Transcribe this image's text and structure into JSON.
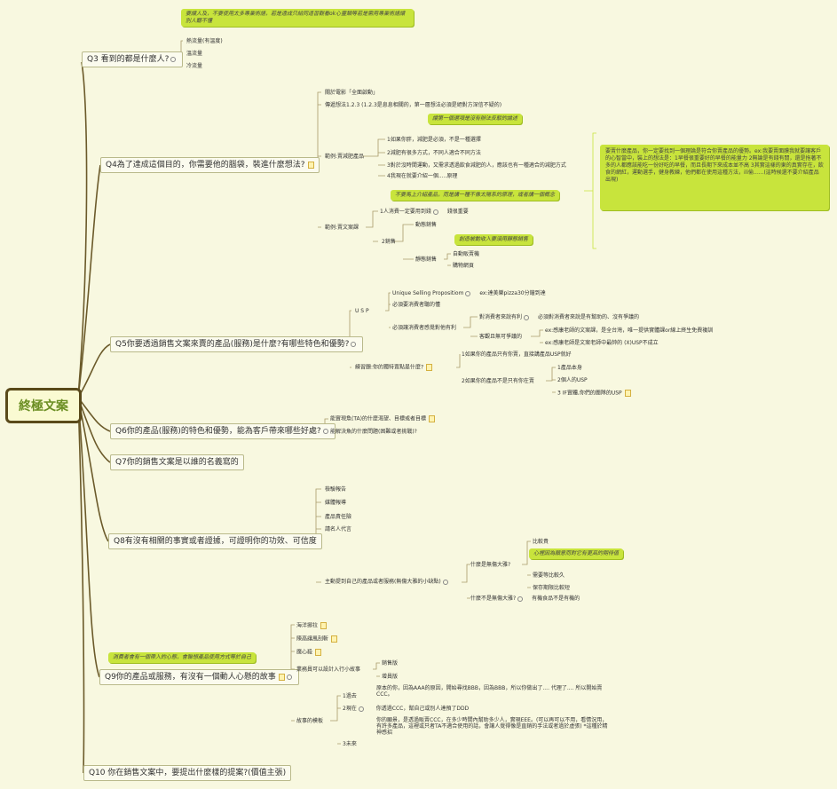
{
  "root": "終極文案",
  "q3": {
    "label": "Q3 看到的都是什麼人?",
    "callout": "要讓人及，不要使用太多專業術語，若是違成只給同道習觀看ok心靈類等若是需用專業術語讓別人聽不懂",
    "items": [
      "熱流量(有溫度)",
      "溫流量",
      "冷流量"
    ]
  },
  "q4": {
    "label": "Q4為了達成這個目的，你需要他的腦袋，裝進什麼想法?",
    "a1": "關於電影「全面啟動」",
    "a2": "傳遞想法1.2.3 (1.2.3是息息相關的，第一層想法必須是絕對方深信不疑的)",
    "callout1": "讓第一個選項是沒有辦法反駁的論述",
    "example1": "範例:賣減肥產品",
    "ex_items": [
      "1如果你胖，減肥是必須，不是一種選擇",
      "2減肥有很多方式，不同人適合不同方法",
      "3對於沒時間運動，又需求透過飲食減肥的人，應該也有一種適合的減肥方式",
      "4我現在就要介紹一個.....原理"
    ],
    "callout2": "不要馬上介紹產品，而是講一種不像太陽系的原理，或者講一個概念",
    "example2": "範例:賣文案課",
    "c1": "1人消費一定要用到錢",
    "c1a": "錢很重要",
    "c2": "2銷售",
    "c2a": "動態銷售",
    "c2b": "靜態銷售",
    "callout3": "創造被動收入要須用靜態銷售",
    "c2b_items": [
      "自動販賣機",
      "購物網頁"
    ],
    "side_note": "要賣什麼產品，你一定要找到一個理論是符合你賣產品的優勢。ex:我要賣面膜我就要讓客戶的心智當中，裝上的想法是：1早餐很重要好的早餐的能量力 2無論是有錢有閒，還是拖著不多的人都應該能吃一份好吃的早餐，而且長期下來成本並不高 3其實這樣的東的真實存在，飲食的網紅，運動選手，健身教練，他們都在使用這種方法，ili偷......(這時候還不要介紹產品出現)"
  },
  "q5": {
    "label": "Q5你要透過銷售文案來賣的產品(服務)是什麼?有哪些特色和優勢?",
    "usp": "U S P",
    "usp1": "Unique Selling Propositiom",
    "usp1a": "ex:達美樂pizza30分鐘到達",
    "usp2": "必須要消費者聽的懂",
    "usp3": "必須讓消費者感覺對他有利",
    "usp3a": "對消費者來說有利",
    "usp3a1": "必須對消費者來說是有幫助的、沒有爭議的",
    "usp3b": "客觀且無可爭議的",
    "usp3b1": "ex:感康老師的文案課，是全台灣，唯一提供實體課or線上終生免費複訓",
    "usp3b2": "ex:感康老師是文案老師中最帥的 (X)USP不成立",
    "practice": "練習題:你的獨特賣點是什麼?",
    "p1": "1如果你的產品只有你賣，直接講產品USP就好",
    "p2": "2如果你的產品不是只有你在賣",
    "p2_items": [
      "1產品本身",
      "2個人的USP",
      "3 IF實體,你們的團隊的USP"
    ]
  },
  "q6": {
    "label": "Q6你的產品(服務)的特色和優勢，能為客戶帶來哪些好處?",
    "items": [
      "能實現魚(TA)的什麼渴望、目標或者目標",
      "能解決魚的什麼問題(困難或者挑戰)?"
    ]
  },
  "q7": {
    "label": "Q7你的銷售文案是以誰的名義寫的"
  },
  "q8": {
    "label": "Q8有沒有相關的事實或者證據，可證明你的功效、可信度",
    "items": [
      "檢驗報告",
      "媒體報導",
      "產品責任險",
      "請名人代言"
    ],
    "b5": "主動提到自己的產品或者服務(無傷大雅的小缺點)",
    "b5a": "什麼是無傷大雅?",
    "b5a_items": [
      "比較貴",
      "需要等比較久",
      "保存期限比較短"
    ],
    "callout": "心裡因為願意而對它有更高的期待值",
    "b5b": "什麼不是無傷大雅?",
    "b5b1": "有機食品不是有機的"
  },
  "q9": {
    "label": "Q9你的產品或服務，有沒有一個動人心懸的故事",
    "callout": "消費者會有一個帶入的心態，會聯想產品使用方式等於自己",
    "items": [
      "海洋挪拉",
      "陳高讓風刮斬",
      "魔心殺"
    ],
    "a4": "業務員可以設計入行小故事",
    "a4_items": [
      "銷售版",
      "增員版"
    ],
    "a5": "故事的模板",
    "t1": "1過去",
    "t1a": "原本的你，因為AAA的原因，開始尋找BBB，因為BBB，所以你做出了.... 代理了.... 所以開始賣CCC。",
    "t2": "2現在",
    "t2a": "你透過CCC，幫自己或別人達預了DDD",
    "t3": "3未來",
    "t3a": "你的願景，是透過販賣CCC，在多少時間內幫助多少人，實現EEE。(可以再可以不用，看情況用，有許多產品，這裡或只者TA不適合使用的話，會讓人覺得像是直銷的手法或者過於虛張) *這種於精神感招"
  },
  "q10": {
    "label": "Q10 你在銷售文案中，要提出什麼樣的提案?(價值主張)"
  }
}
